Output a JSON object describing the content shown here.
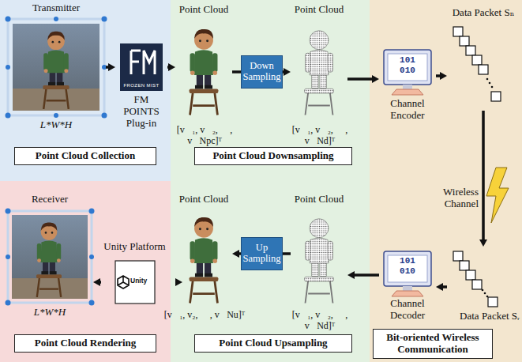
{
  "diagram": {
    "nodes": [
      {
        "text": [
          "Point Cloud Collection"
        ]
      },
      {
        "text": [
          "Transmitter",
          "L*W*H"
        ],
        "in": 0
      },
      {
        "text": [
          "FROZEN MIST",
          "FM POINTS Plug-in"
        ],
        "in": 0
      },
      {
        "text": [
          "Point Cloud Downsampling"
        ]
      },
      {
        "text": [
          "Point Cloud"
        ],
        "in": 3
      },
      {
        "text": [
          "Down Sampling"
        ],
        "in": 3
      },
      {
        "text": [
          "Point Cloud"
        ],
        "in": 3
      },
      {
        "text": [
          "Bit-oriented Wireless Communication"
        ]
      },
      {
        "text": [
          "101 010",
          "Channel Encoder"
        ],
        "in": 7
      },
      {
        "text": [
          "Data Packet Sₙ"
        ],
        "in": 7
      },
      {
        "text": [
          "Data Packet Sᵣ"
        ],
        "in": 7
      },
      {
        "text": [
          "101 010",
          "Channel Decoder"
        ],
        "in": 7
      },
      {
        "text": [
          "Point Cloud Rendering"
        ]
      },
      {
        "text": [
          "Receiver",
          "L*W*H"
        ],
        "in": 12
      },
      {
        "text": [
          "Unity Platform",
          "Unity"
        ],
        "in": 12
      },
      {
        "text": [
          "Point Cloud Upsampling"
        ]
      },
      {
        "text": [
          "Point Cloud"
        ],
        "in": 15
      },
      {
        "text": [
          "Up Sampling"
        ],
        "in": 15
      },
      {
        "text": [
          "Point Cloud"
        ],
        "in": 15
      }
    ],
    "edges": [
      {
        "from": 1,
        "to": 2,
        "arrow": "to"
      },
      {
        "from": 2,
        "to": 4,
        "arrow": "to"
      },
      {
        "from": 4,
        "to": 5,
        "arrow": "none"
      },
      {
        "from": 5,
        "to": 6,
        "arrow": "to"
      },
      {
        "from": 6,
        "to": 8,
        "arrow": "to"
      },
      {
        "from": 8,
        "to": 9,
        "arrow": "to"
      },
      {
        "from": 9,
        "to": 10,
        "arrow": "to"
      },
      {
        "from": 10,
        "to": 11,
        "arrow": "to"
      },
      {
        "from": 11,
        "to": 16,
        "arrow": "to"
      },
      {
        "from": 16,
        "to": 17,
        "arrow": "none"
      },
      {
        "from": 17,
        "to": 18,
        "arrow": "to"
      },
      {
        "from": 18,
        "to": 14,
        "arrow": "to"
      },
      {
        "from": 14,
        "to": 13,
        "arrow": "to"
      }
    ],
    "labels": [
      "[v⃗₁, v⃗₂, ⋯ , v⃗Npc]ᵀ",
      "[v⃗₁, v⃗₂, ⋯ , v⃗Nd]ᵀ",
      "Wireless Channel",
      "[v⃗₁, v₂, ⋯ , v⃗Nu]ᵀ",
      "[v⃗₁, v⃗₂, ⋯ , v⃗Nd]ᵀ"
    ]
  }
}
